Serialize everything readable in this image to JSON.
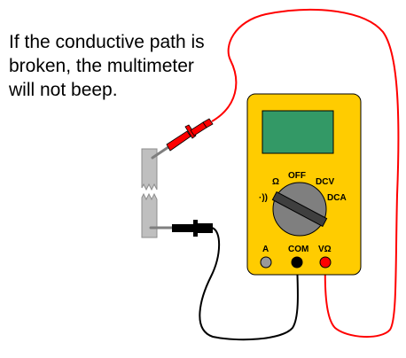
{
  "caption": {
    "lines": [
      "If the conductive path is",
      "broken, the multimeter",
      "will not beep."
    ]
  },
  "multimeter": {
    "dial_labels": {
      "off": "OFF",
      "ohm": "Ω",
      "dcv": "DCV",
      "dca": "DCA",
      "continuity": "·))"
    },
    "jacks": {
      "a": "A",
      "com": "COM",
      "vohm": "VΩ"
    }
  },
  "colors": {
    "meter_body": "#FFCC00",
    "display": "#339966",
    "red_lead": "#FF0000",
    "black_lead": "#000000",
    "wire_conductor": "#BFBFBF"
  }
}
